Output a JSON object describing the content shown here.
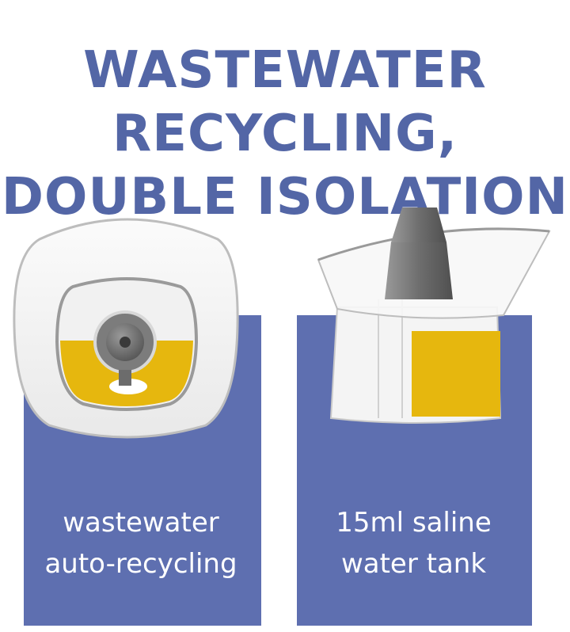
{
  "headline": {
    "line1": "WASTEWATER",
    "line2": "RECYCLING,",
    "line3": "DOUBLE ISOLATION"
  },
  "features": [
    {
      "line1": "wastewater",
      "line2": "auto-recycling"
    },
    {
      "line1": "15ml saline",
      "line2": "water tank"
    }
  ],
  "colors": {
    "headline": "#5366a6",
    "panel": "#5e6fb0",
    "liquid": "#e6b70e"
  }
}
